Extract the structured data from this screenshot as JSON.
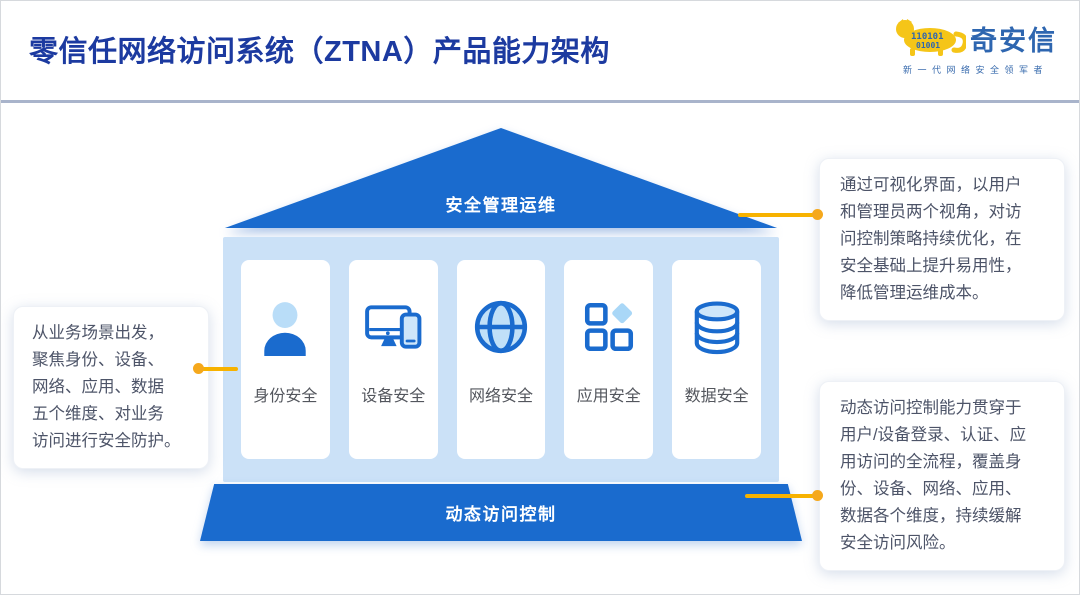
{
  "page": {
    "title": "零信任网络访问系统（ZTNA）产品能力架构"
  },
  "logo": {
    "brand": "奇安信",
    "tagline": "新一代网络安全领军者",
    "binary_top": "110101",
    "binary_bottom": "01001"
  },
  "house": {
    "roof_label": "安全管理运维",
    "base_label": "动态访问控制",
    "cards": [
      {
        "label": "身份安全",
        "icon": "person-icon"
      },
      {
        "label": "设备安全",
        "icon": "devices-icon"
      },
      {
        "label": "网络安全",
        "icon": "globe-icon"
      },
      {
        "label": "应用安全",
        "icon": "apps-icon"
      },
      {
        "label": "数据安全",
        "icon": "database-icon"
      }
    ]
  },
  "callouts": {
    "left": {
      "lines": [
        "从业务场景出发，",
        "聚焦身份、设备、",
        "网络、应用、数据",
        "五个维度、对业务",
        "访问进行安全防护。"
      ]
    },
    "right_top": {
      "lines": [
        "通过可视化界面，以用户",
        "和管理员两个视角，对访",
        "问控制策略持续优化，在",
        "安全基础上提升易用性，",
        "降低管理运维成本。"
      ]
    },
    "right_bottom": {
      "lines": [
        "动态访问控制能力贯穿于",
        "用户/设备登录、认证、应",
        "用访问的全流程，覆盖身",
        "份、设备、网络、应用、",
        "数据各个维度，持续缓解",
        "安全访问风险。"
      ]
    }
  },
  "colors": {
    "title_blue": "#1c3aa0",
    "house_blue": "#1a6bce",
    "house_light_blue": "#cbe1f7",
    "icon_blue": "#1a6bce",
    "icon_light_blue": "#b9ddf8",
    "connector_yellow": "#f7b200",
    "callout_text": "#4d5468",
    "brand_blue": "#2e66b0",
    "brand_yellow": "#f5c518"
  }
}
